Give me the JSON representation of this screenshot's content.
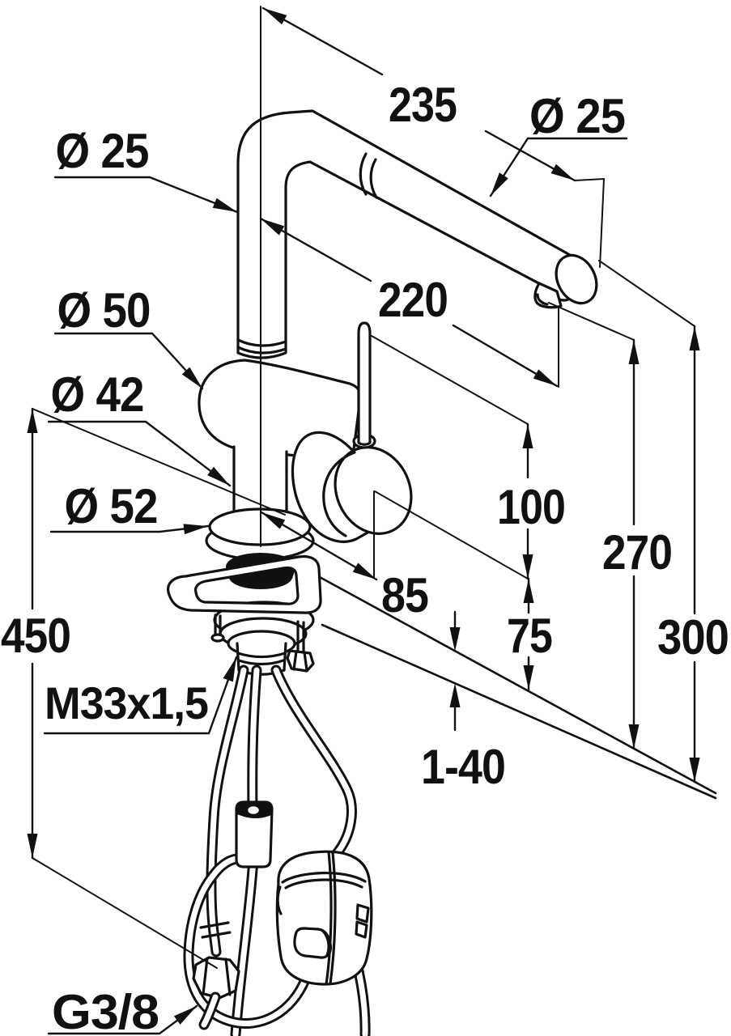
{
  "drawing": {
    "kind": "technical dimension drawing",
    "subject": "single-lever kitchen mixer tap with pull-out spout, mounting shank, supply hoses and hose weight",
    "units": "mm",
    "colors": {
      "line": "#111111",
      "background": "#ffffff"
    }
  },
  "labels": {
    "projection_top": "235",
    "spout_dia": "Ø 25",
    "riser_dia": "Ø 25",
    "body_dia": "Ø 50",
    "column_dia": "Ø 42",
    "base_dia": "Ø 52",
    "reach": "220",
    "lever_to_cartridge": "100",
    "outlet_height": "270",
    "overall_height": "300",
    "lever_offset": "85",
    "cartridge_height": "75",
    "hose_drop": "450",
    "shank_thread": "M33x1,5",
    "deck_thickness": "1-40",
    "supply_connection": "G3/8"
  }
}
